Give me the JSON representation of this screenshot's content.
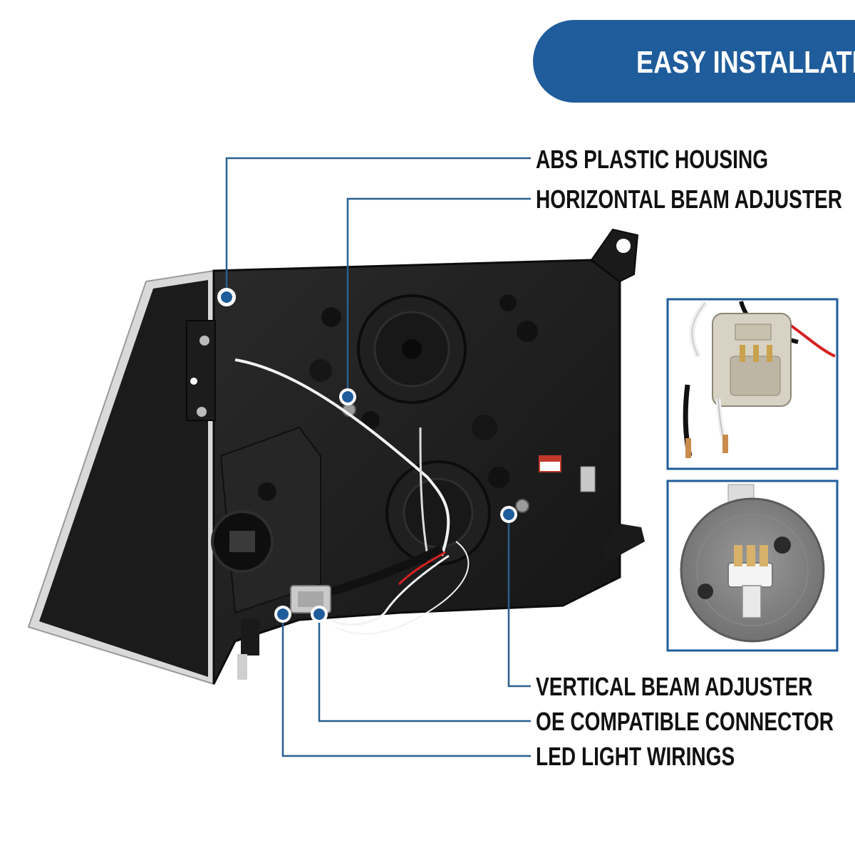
{
  "banner": {
    "title": "EASY INSTALLATION"
  },
  "callouts": [
    {
      "id": "abs-housing",
      "label": "ABS PLASTIC HOUSING"
    },
    {
      "id": "horizontal-adjuster",
      "label": "HORIZONTAL BEAM ADJUSTER"
    },
    {
      "id": "vertical-adjuster",
      "label": "VERTICAL BEAM ADJUSTER"
    },
    {
      "id": "oe-connector",
      "label": "OE COMPATIBLE CONNECTOR"
    },
    {
      "id": "led-wirings",
      "label": "LED LIGHT WIRINGS"
    }
  ],
  "colors": {
    "accent": "#1f5c9b",
    "leader": "#2b5f8f",
    "housing": "#1e1e1e"
  }
}
